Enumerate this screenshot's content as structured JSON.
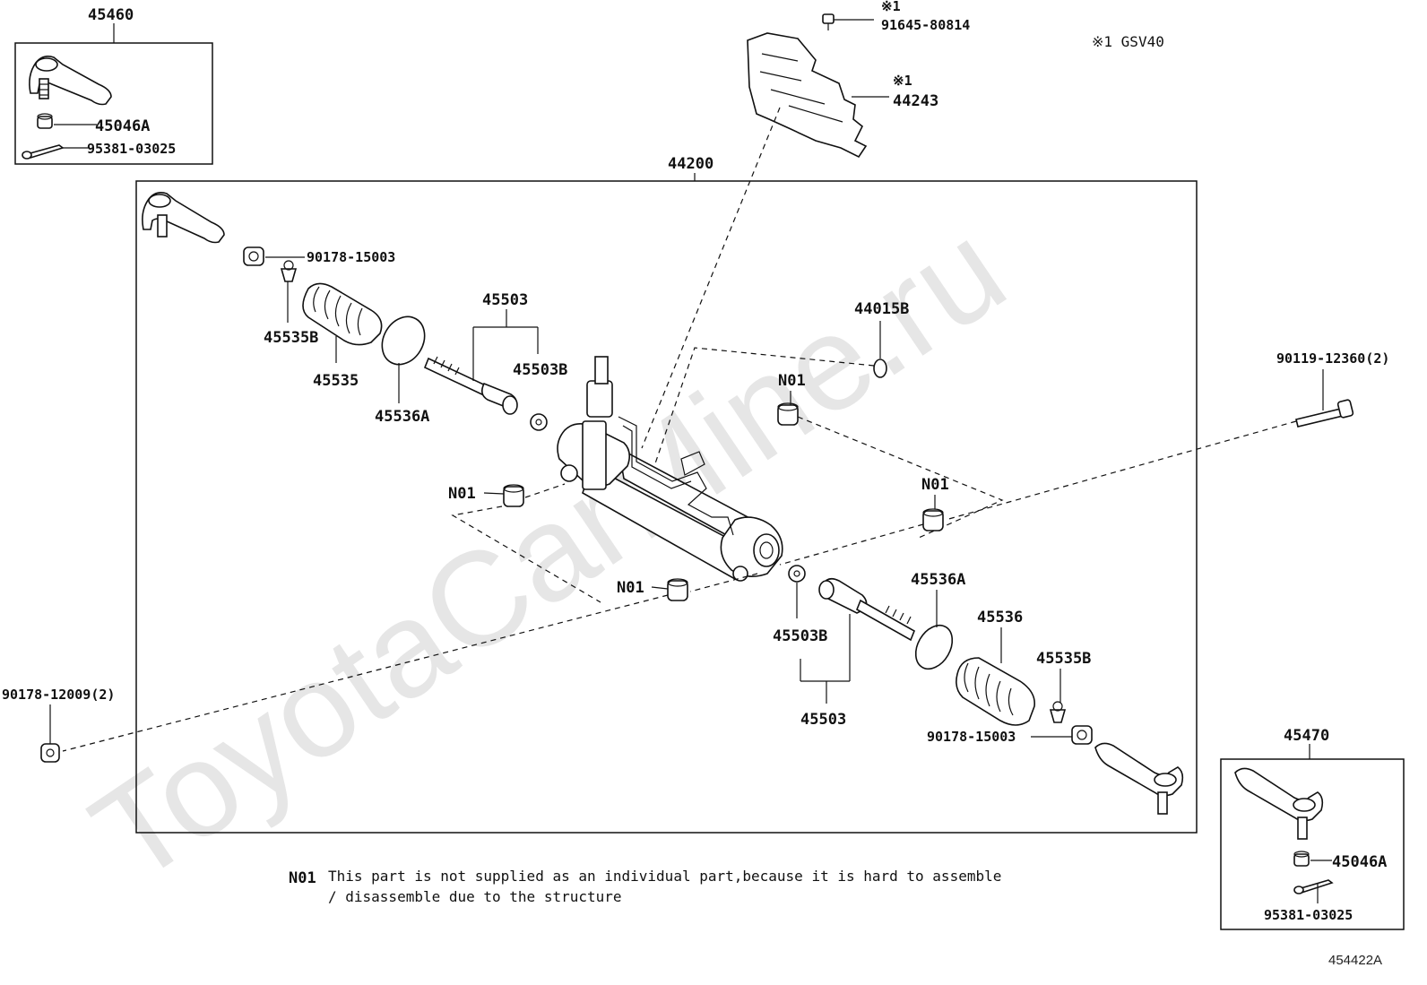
{
  "watermark": "ToyotaCarMine.ru",
  "note_applicability": "※1 GSV40",
  "main_assembly": "44200",
  "labels": {
    "tie_rod_end_lh": "45460",
    "nut_top": "45046A",
    "pin_top": "95381-03025",
    "bolt_top": "91645-80814",
    "mark1_a": "※1",
    "cover": "44243",
    "mark1_b": "※1",
    "nut_90178_left": "90178-15003",
    "clip_left": "45535B",
    "boot_left": "45535",
    "clamp_left": "45536A",
    "rod_left_group": "45503",
    "washer_left": "45503B",
    "oring": "44015B",
    "n01_top": "N01",
    "n01_left": "N01",
    "n01_right": "N01",
    "n01_bottom": "N01",
    "bolt_right": "90119-12360(2)",
    "nut_bottom_left": "90178-12009(2)",
    "washer_right": "45503B",
    "rod_right_group": "45503",
    "clamp_right": "45536A",
    "boot_right": "45536",
    "clip_right": "45535B",
    "nut_90178_right": "90178-15003",
    "tie_rod_end_rh": "45470",
    "nut_bottom": "45046A",
    "pin_bottom": "95381-03025"
  },
  "footnote": {
    "code": "N01",
    "line1": "This part is not supplied as an individual part,because it is hard to assemble",
    "line2": "/ disassemble due to the structure"
  },
  "diagram_code": "454422A"
}
